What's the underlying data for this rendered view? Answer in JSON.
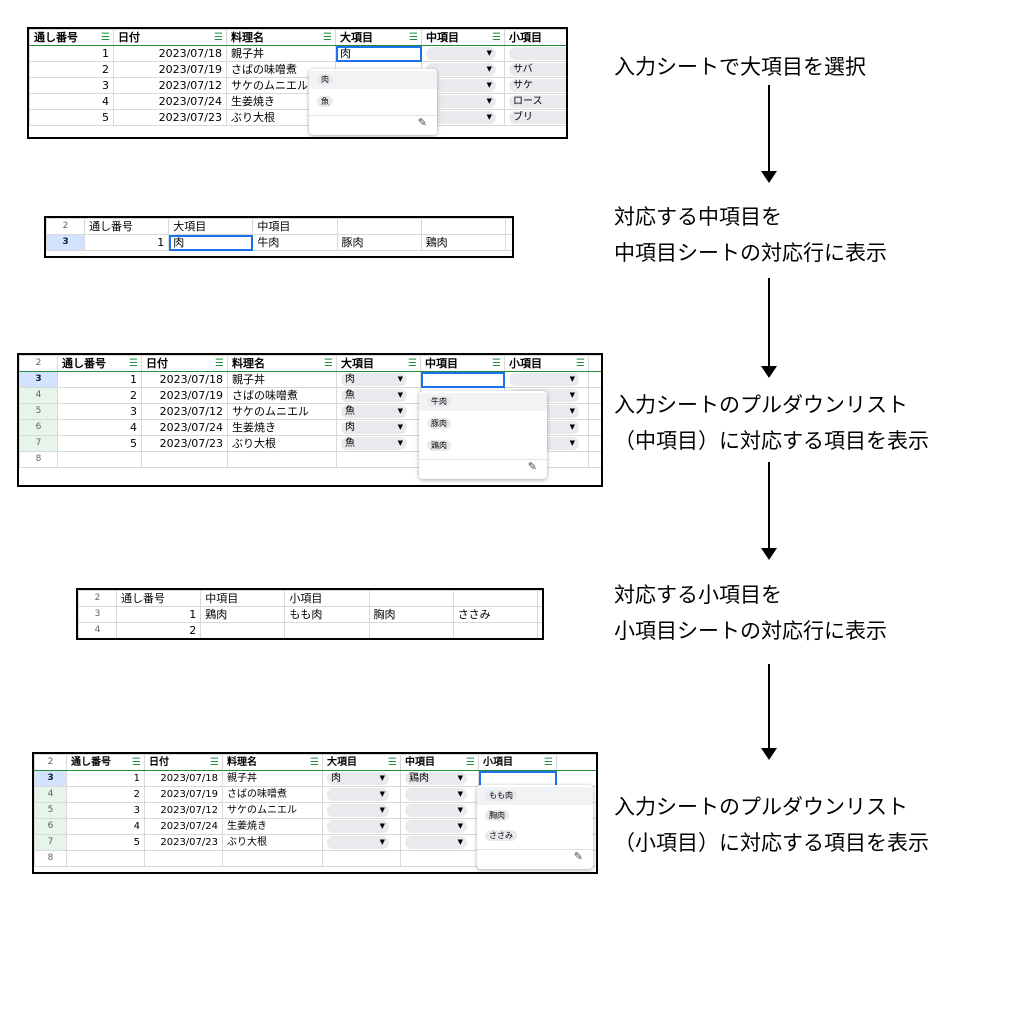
{
  "captions": {
    "c1": "入力シートで大項目を選択",
    "c2a": "対応する中項目を",
    "c2b": "中項目シートの対応行に表示",
    "c3a": "入力シートのプルダウンリスト",
    "c3b": "（中項目）に対応する項目を表示",
    "c4a": "対応する小項目を",
    "c4b": "小項目シートの対応行に表示",
    "c5a": "入力シートのプルダウンリスト",
    "c5b": "（小項目）に対応する項目を表示"
  },
  "headers": {
    "serial": "通し番号",
    "date": "日付",
    "dish": "料理名",
    "large": "大項目",
    "medium": "中項目",
    "small": "小項目"
  },
  "rows": [
    {
      "row": "3",
      "n": "1",
      "date": "2023/07/18",
      "dish": "親子丼"
    },
    {
      "row": "4",
      "n": "2",
      "date": "2023/07/19",
      "dish": "さばの味噌煮"
    },
    {
      "row": "5",
      "n": "3",
      "date": "2023/07/12",
      "dish": "サケのムニエル"
    },
    {
      "row": "6",
      "n": "4",
      "date": "2023/07/24",
      "dish": "生姜焼き"
    },
    {
      "row": "7",
      "n": "5",
      "date": "2023/07/23",
      "dish": "ぶり大根"
    }
  ],
  "shot1": {
    "large_input": "肉",
    "small_chips": [
      "",
      "サバ",
      "サケ",
      "ロース",
      "ブリ"
    ],
    "options": [
      "肉",
      "魚"
    ]
  },
  "shot2": {
    "row_labels": [
      "2",
      "3"
    ],
    "n": "1",
    "large": "肉",
    "items": [
      "牛肉",
      "豚肉",
      "鶏肉"
    ]
  },
  "shot3": {
    "row_labels": [
      "2",
      "3",
      "4",
      "5",
      "6",
      "7",
      "8"
    ],
    "large_chips": [
      "肉",
      "魚",
      "魚",
      "肉",
      "魚"
    ],
    "options": [
      "牛肉",
      "豚肉",
      "鶏肉"
    ]
  },
  "shot4": {
    "row_labels": [
      "2",
      "3",
      "4"
    ],
    "n1": "1",
    "n2": "2",
    "medium": "鶏肉",
    "items": [
      "もも肉",
      "胸肉",
      "ささみ"
    ]
  },
  "shot5": {
    "row_labels": [
      "2",
      "3",
      "4",
      "5",
      "6",
      "7",
      "8"
    ],
    "large_chip": "肉",
    "medium_chip": "鶏肉",
    "options": [
      "もも肉",
      "胸肉",
      "ささみ"
    ]
  }
}
